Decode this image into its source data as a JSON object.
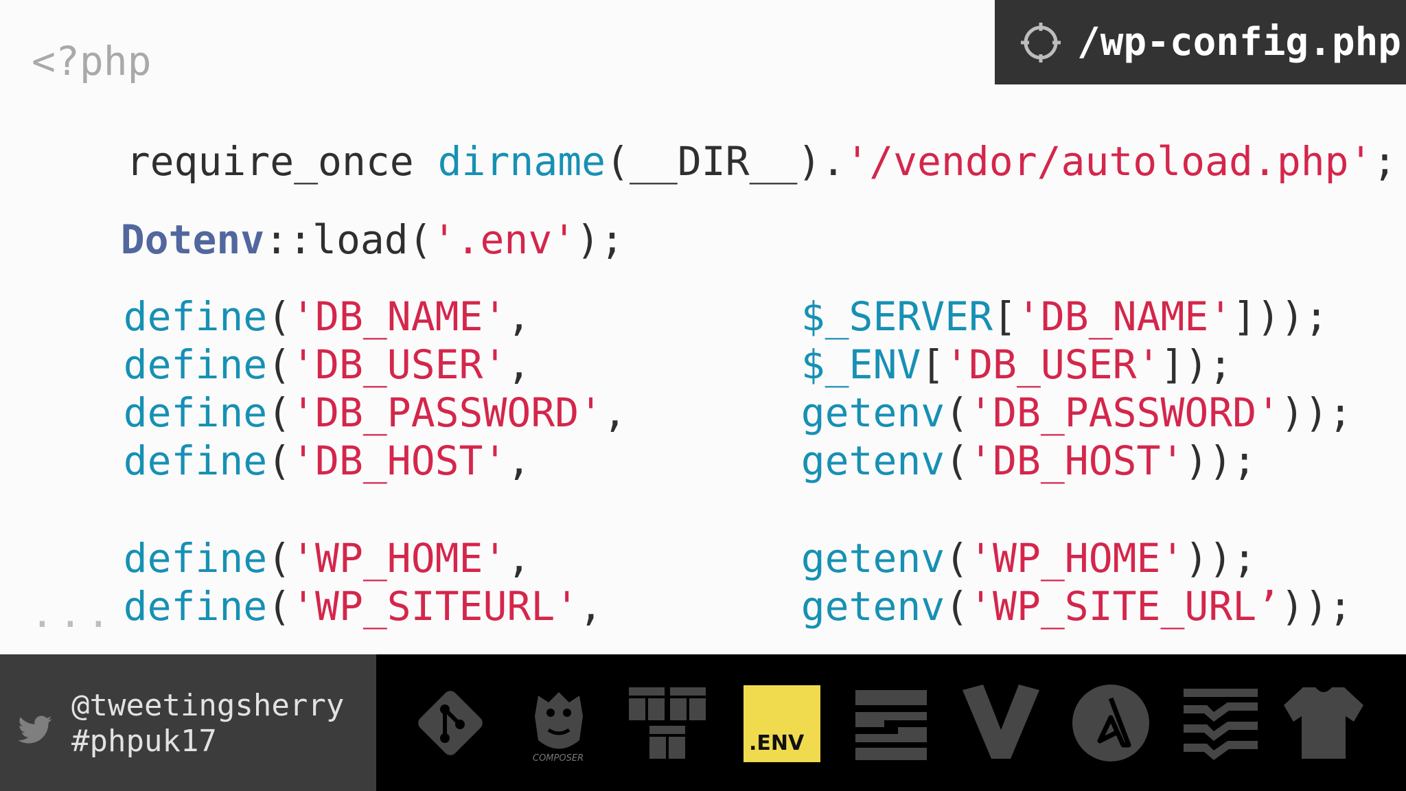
{
  "file_badge": {
    "label": "/wp-config.php",
    "icon": "crosshair-icon"
  },
  "code": {
    "open_tag": "<?php",
    "require": {
      "keyword": "require_once ",
      "fn": "dirname",
      "open": "(",
      "arg": "__DIR__",
      "close": ").",
      "path": "'/vendor/autoload.php'",
      "end": ";"
    },
    "dotenv": {
      "cls": "Dotenv",
      "method": "::load(",
      "arg": "'.env'",
      "end": ");"
    },
    "defines": [
      {
        "fn": "define",
        "open": "(",
        "key": "'DB_NAME'",
        "comma": ",",
        "rfn": "$_SERVER",
        "ropen": "[",
        "rkey": "'DB_NAME'",
        "rclose": "]));"
      },
      {
        "fn": "define",
        "open": "(",
        "key": "'DB_USER'",
        "comma": ",",
        "rfn": "$_ENV",
        "ropen": "[",
        "rkey": "'DB_USER'",
        "rclose": "]);"
      },
      {
        "fn": "define",
        "open": "(",
        "key": "'DB_PASSWORD'",
        "comma": ",",
        "rfn": "getenv",
        "ropen": "(",
        "rkey": "'DB_PASSWORD'",
        "rclose": "));"
      },
      {
        "fn": "define",
        "open": "(",
        "key": "'DB_HOST'",
        "comma": ",",
        "rfn": "getenv",
        "ropen": "(",
        "rkey": "'DB_HOST'",
        "rclose": "));"
      },
      {
        "fn": "define",
        "open": "(",
        "key": "'WP_HOME'",
        "comma": ",",
        "rfn": "getenv",
        "ropen": "(",
        "rkey": "'WP_HOME'",
        "rclose": "));"
      },
      {
        "fn": "define",
        "open": "(",
        "key": "'WP_SITEURL'",
        "comma": ",",
        "rfn": "getenv",
        "ropen": "(",
        "rkey": "'WP_SITE_URL’",
        "rclose": "));"
      }
    ],
    "ellipsis": "..."
  },
  "footer": {
    "handle": "@tweetingsherry",
    "hashtag": "#phpuk17",
    "twitter_icon": "twitter-bird-icon",
    "tools": [
      {
        "icon": "git-icon"
      },
      {
        "icon": "composer-icon",
        "caption": "COMPOSER"
      },
      {
        "icon": "cubes-icon"
      },
      {
        "icon": "env-icon",
        "label": ".ENV"
      },
      {
        "icon": "zend-icon"
      },
      {
        "icon": "vagrant-icon"
      },
      {
        "icon": "ansible-icon"
      },
      {
        "icon": "checklist-icon"
      },
      {
        "icon": "shirt-icon"
      }
    ]
  }
}
